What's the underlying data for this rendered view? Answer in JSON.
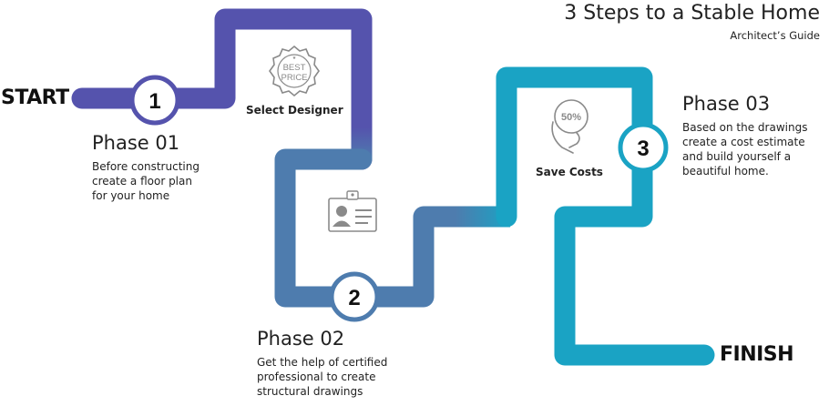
{
  "header": {
    "title": "3 Steps to a Stable Home",
    "subtitle": "Architect’s Guide"
  },
  "path": {
    "start_label": "START",
    "finish_label": "FINISH"
  },
  "steps": [
    {
      "number": "1",
      "label": "Select Designer",
      "icon_text": "BEST PRICE",
      "icon": "best-price-seal-icon"
    },
    {
      "number": "2",
      "label": "",
      "icon": "id-badge-icon"
    },
    {
      "number": "3",
      "label": "Save Costs",
      "icon_text": "50%",
      "icon": "discount-hand-icon"
    }
  ],
  "phases": [
    {
      "title": "Phase 01",
      "lines": [
        "Before constructing",
        "create a floor plan",
        "for your home"
      ]
    },
    {
      "title": "Phase 02",
      "lines": [
        "Get the help of certified",
        "professional to create",
        "structural drawings"
      ]
    },
    {
      "title": "Phase 03",
      "lines": [
        "Based on the drawings",
        "create a cost estimate",
        "and build yourself a",
        "beautiful home."
      ]
    }
  ],
  "colors": {
    "phase1": "#5553ad",
    "phase2": "#4e7cae",
    "phase3": "#1aa3c4",
    "icon_gray": "#8a8a8a",
    "text": "#222222"
  }
}
